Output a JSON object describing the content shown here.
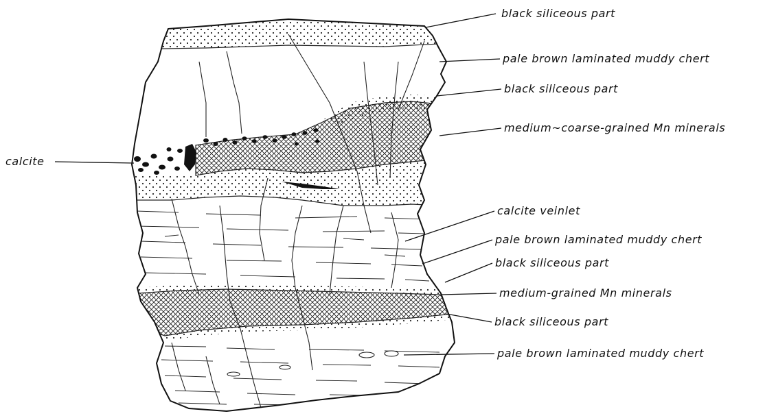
{
  "labels": {
    "black_siliceous_top": "black siliceous part",
    "pale_brown_1": "pale brown laminated muddy chert",
    "black_siliceous_2": "black siliceous part",
    "mn_coarse": "medium~coarse-grained Mn minerals",
    "calcite": "calcite",
    "calcite_veinlet": "calcite veinlet",
    "pale_brown_2": "pale brown laminated muddy chert",
    "black_siliceous_3": "black siliceous part",
    "mn_medium": "medium-grained Mn minerals",
    "black_siliceous_4": "black siliceous part",
    "pale_brown_3": "pale brown laminated muddy chert"
  }
}
